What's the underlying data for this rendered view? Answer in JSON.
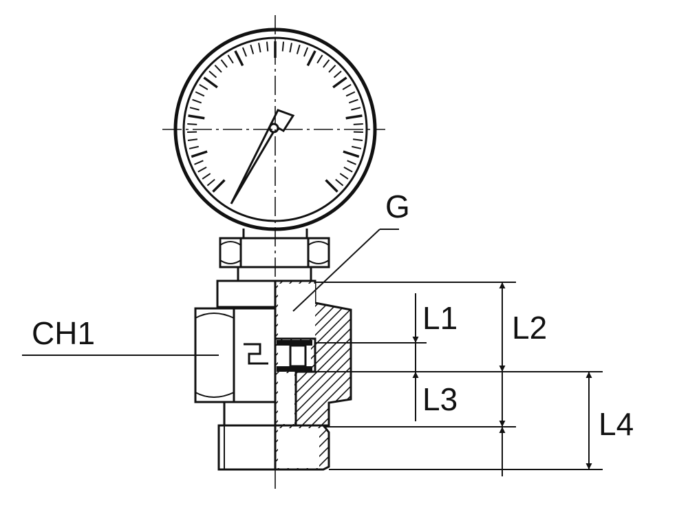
{
  "labels": {
    "g": "G",
    "ch1": "CH1",
    "l1": "L1",
    "l2": "L2",
    "l3": "L3",
    "l4": "L4"
  },
  "colors": {
    "ink": "#111111",
    "background": "#ffffff"
  }
}
